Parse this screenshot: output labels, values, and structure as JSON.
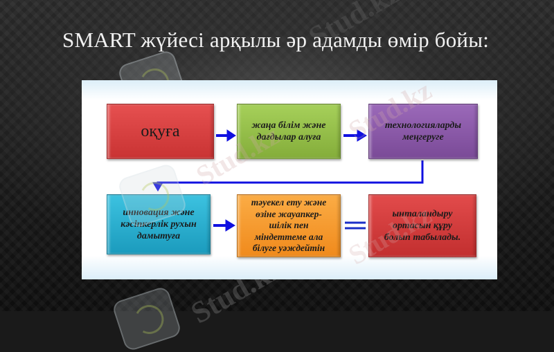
{
  "slide": {
    "title": "SMART жүйесі арқылы әр адамды өмір бойы:"
  },
  "diagram": {
    "boxes": [
      {
        "id": "box-1",
        "color": "#d94040",
        "lines": [
          "оқуға"
        ]
      },
      {
        "id": "box-2",
        "color": "#96c04a",
        "lines": [
          "жаңа білім және",
          "дағдылар алуға"
        ]
      },
      {
        "id": "box-3",
        "color": "#8a5aa8",
        "lines": [
          "технологияларды",
          "меңгеруге"
        ]
      },
      {
        "id": "box-4",
        "color": "#2bb0d0",
        "lines": [
          "инновация және",
          "кәсіпкерлік рухын",
          "дамытуға"
        ]
      },
      {
        "id": "box-5",
        "color": "#f59a30",
        "lines": [
          "тәуекел ету және",
          "өзіне жауапкер-",
          "шілік пен",
          "міндеттеме ала",
          "білуге уәждейтін"
        ]
      },
      {
        "id": "box-6",
        "color": "#d23c3c",
        "lines": [
          "ынталандыру",
          "ортасын құру",
          "болып табылады."
        ]
      }
    ],
    "connectors": {
      "arrow_color": "#1010e0",
      "equals_color": "#1a2fc8"
    }
  },
  "watermark": {
    "text": "Stud.kz"
  }
}
